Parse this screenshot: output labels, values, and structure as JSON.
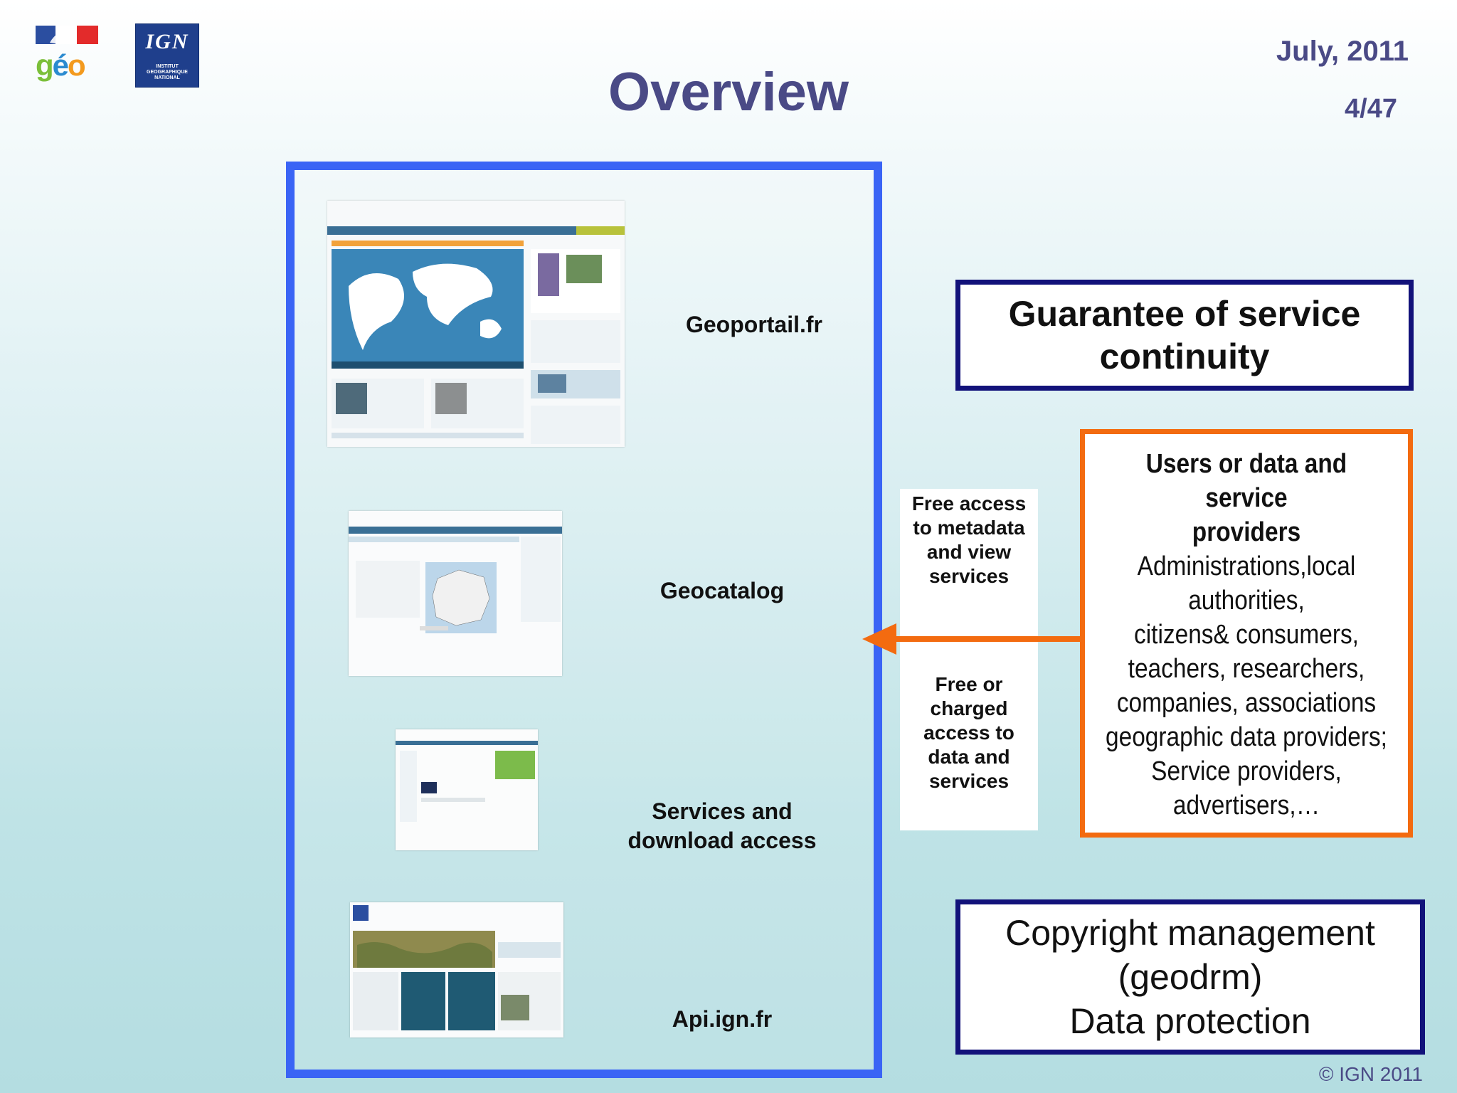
{
  "header": {
    "title": "Overview",
    "date": "July,  2011",
    "page": "4/47",
    "ign_logo_text": "IGN",
    "ign_logo_subtext": "INSTITUT GEOGRAPHIQUE NATIONAL",
    "geo_logo_text": "gÉO"
  },
  "portals": [
    {
      "label": "Geoportail.fr"
    },
    {
      "label": "Geocatalog"
    },
    {
      "label": "Services and download access"
    },
    {
      "label": "Api.ign.fr"
    }
  ],
  "guarantee": {
    "line1": "Guarantee of service",
    "line2": "continuity"
  },
  "access": {
    "top": [
      "Free access",
      "to metadata",
      "and view",
      "services"
    ],
    "bottom": [
      "Free or",
      "charged",
      "access to",
      "data and",
      "services"
    ]
  },
  "users": {
    "heading": [
      "Users or data and service",
      "providers"
    ],
    "body": [
      "Administrations,local",
      "authorities,",
      "citizens& consumers,",
      "teachers, researchers,",
      "companies, associations",
      "geographic data providers;",
      "Service providers,",
      "advertisers,…"
    ]
  },
  "copyright_box": {
    "line1": "Copyright management",
    "line2": "(geodrm)",
    "line3": "Data protection"
  },
  "footer": {
    "copyright": "© IGN 2011"
  },
  "colors": {
    "frame": "#3a64f5",
    "accent": "#f36b10",
    "navy": "#12127a",
    "title": "#4a4a86"
  }
}
